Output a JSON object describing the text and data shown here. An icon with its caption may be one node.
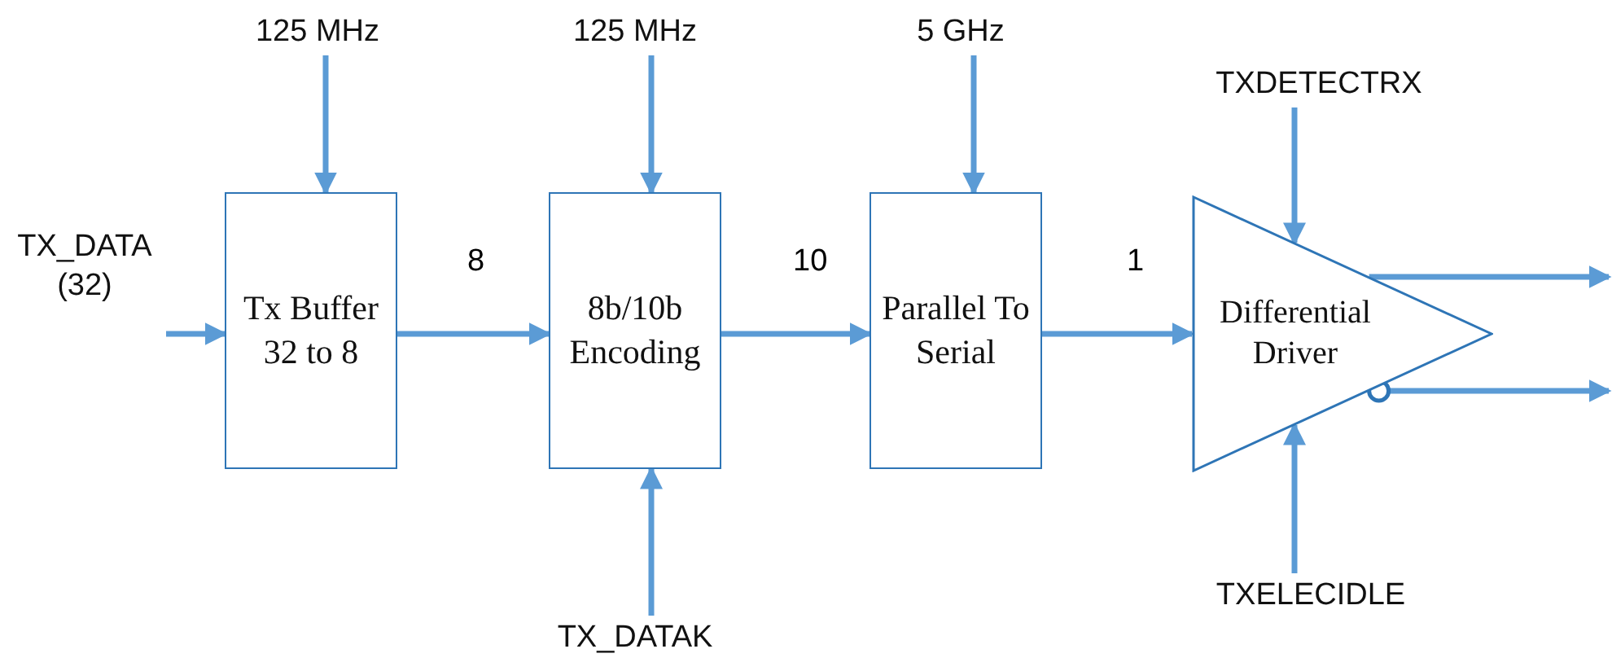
{
  "diagram": {
    "nodes": [
      {
        "text": [
          "125 MHz"
        ]
      },
      {
        "text": [
          "125 MHz"
        ]
      },
      {
        "text": [
          "5 GHz"
        ]
      },
      {
        "text": [
          "TXDETECTRX"
        ]
      },
      {
        "text": [
          "TX_DATA (32)"
        ]
      },
      {
        "text": [
          "Tx Buffer 32 to 8"
        ]
      },
      {
        "text": [
          "8b/10b Encoding"
        ]
      },
      {
        "text": [
          "Parallel To Serial"
        ]
      },
      {
        "text": [
          "Differential Driver"
        ]
      },
      {
        "text": [
          "TX_DATAK"
        ]
      },
      {
        "text": [
          "TXELECIDLE"
        ]
      }
    ],
    "edges": [
      {
        "from": 0,
        "to": 5,
        "arrow": "to"
      },
      {
        "from": 1,
        "to": 6,
        "arrow": "to"
      },
      {
        "from": 2,
        "to": 7,
        "arrow": "to"
      },
      {
        "from": 3,
        "to": 8,
        "arrow": "to"
      },
      {
        "from": 4,
        "to": 5,
        "arrow": "to"
      },
      {
        "from": 5,
        "to": 6,
        "arrow": "to",
        "label": "8"
      },
      {
        "from": 6,
        "to": 7,
        "arrow": "to",
        "label": "10"
      },
      {
        "from": 7,
        "to": 8,
        "arrow": "to",
        "label": "1"
      },
      {
        "from": 9,
        "to": 6,
        "arrow": "to"
      },
      {
        "from": 10,
        "to": 8,
        "arrow": "to"
      },
      {
        "from": 8,
        "to": null,
        "arrow": "to"
      },
      {
        "from": 8,
        "to": null,
        "arrow": "to"
      }
    ]
  }
}
